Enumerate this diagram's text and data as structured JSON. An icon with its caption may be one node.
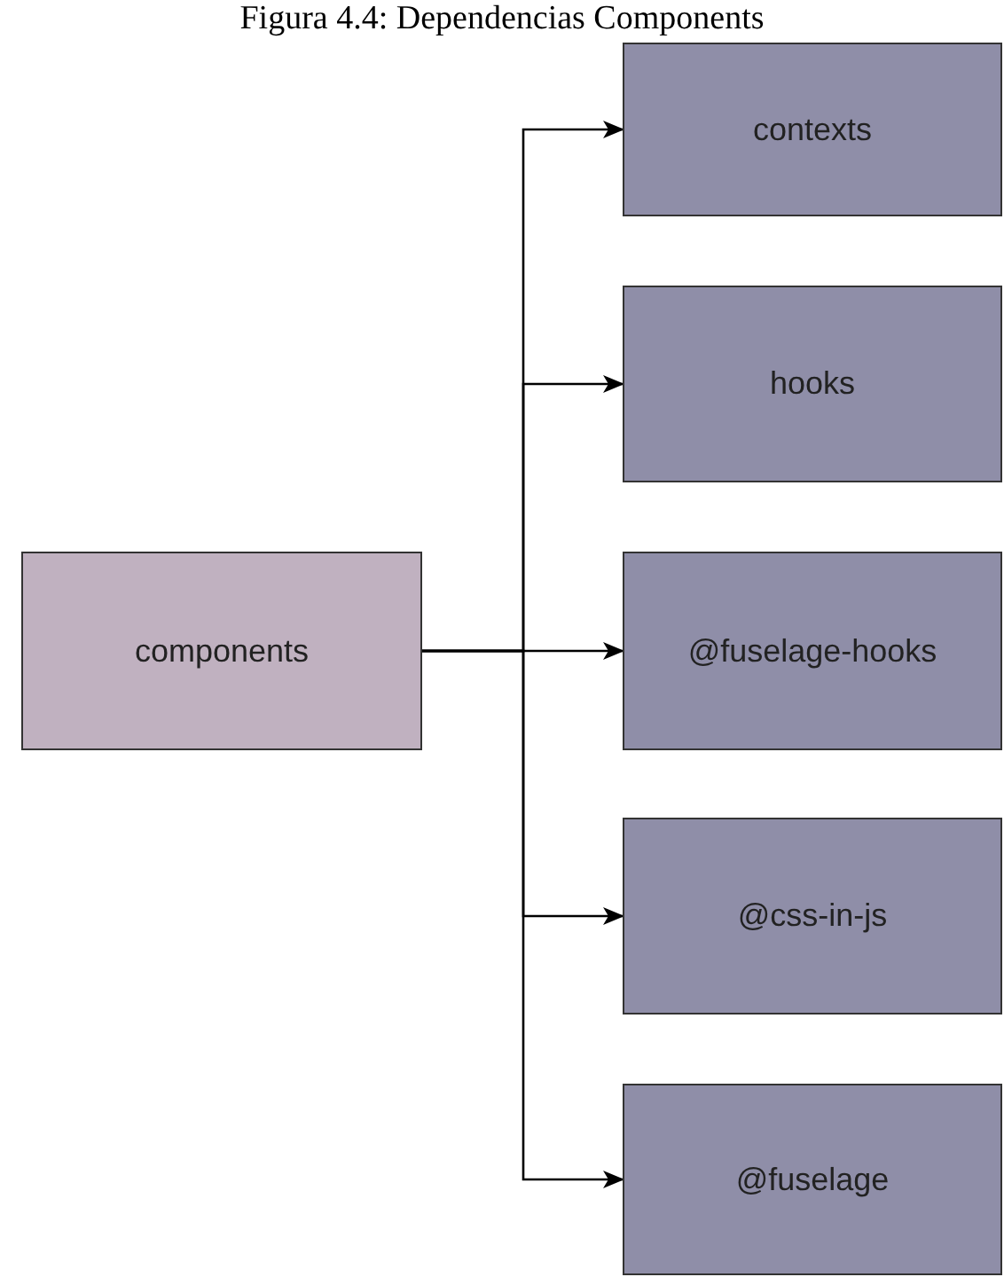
{
  "diagram": {
    "title": "Figura 4.4: Dependencias Components",
    "nodes": [
      {
        "text": [
          "components"
        ]
      },
      {
        "text": [
          "contexts"
        ]
      },
      {
        "text": [
          "hooks"
        ]
      },
      {
        "text": [
          "@fuselage-hooks"
        ]
      },
      {
        "text": [
          "@css-in-js"
        ]
      },
      {
        "text": [
          "@fuselage"
        ]
      }
    ],
    "edges": [
      {
        "from": 0,
        "to": 1,
        "arrow": "to"
      },
      {
        "from": 0,
        "to": 2,
        "arrow": "to"
      },
      {
        "from": 0,
        "to": 3,
        "arrow": "to"
      },
      {
        "from": 0,
        "to": 4,
        "arrow": "to"
      },
      {
        "from": 0,
        "to": 5,
        "arrow": "to"
      }
    ]
  }
}
